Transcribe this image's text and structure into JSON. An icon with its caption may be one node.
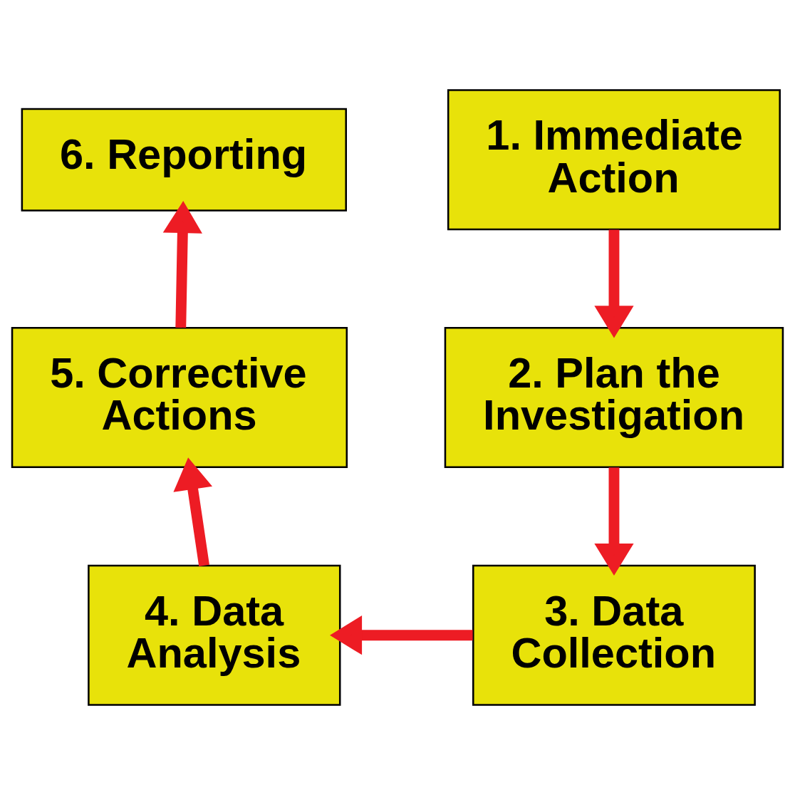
{
  "diagram": {
    "nodes": [
      {
        "text": [
          "1. Immediate Action"
        ]
      },
      {
        "text": [
          "2. Plan the Investigation"
        ]
      },
      {
        "text": [
          "3. Data Collection"
        ]
      },
      {
        "text": [
          "4. Data Analysis"
        ]
      },
      {
        "text": [
          "5. Corrective Actions"
        ]
      },
      {
        "text": [
          "6. Reporting"
        ]
      }
    ],
    "edges": [
      {
        "from": 0,
        "to": 1,
        "arrow": "to"
      },
      {
        "from": 1,
        "to": 2,
        "arrow": "to"
      },
      {
        "from": 2,
        "to": 3,
        "arrow": "to"
      },
      {
        "from": 3,
        "to": 4,
        "arrow": "to"
      },
      {
        "from": 4,
        "to": 5,
        "arrow": "to"
      }
    ]
  }
}
